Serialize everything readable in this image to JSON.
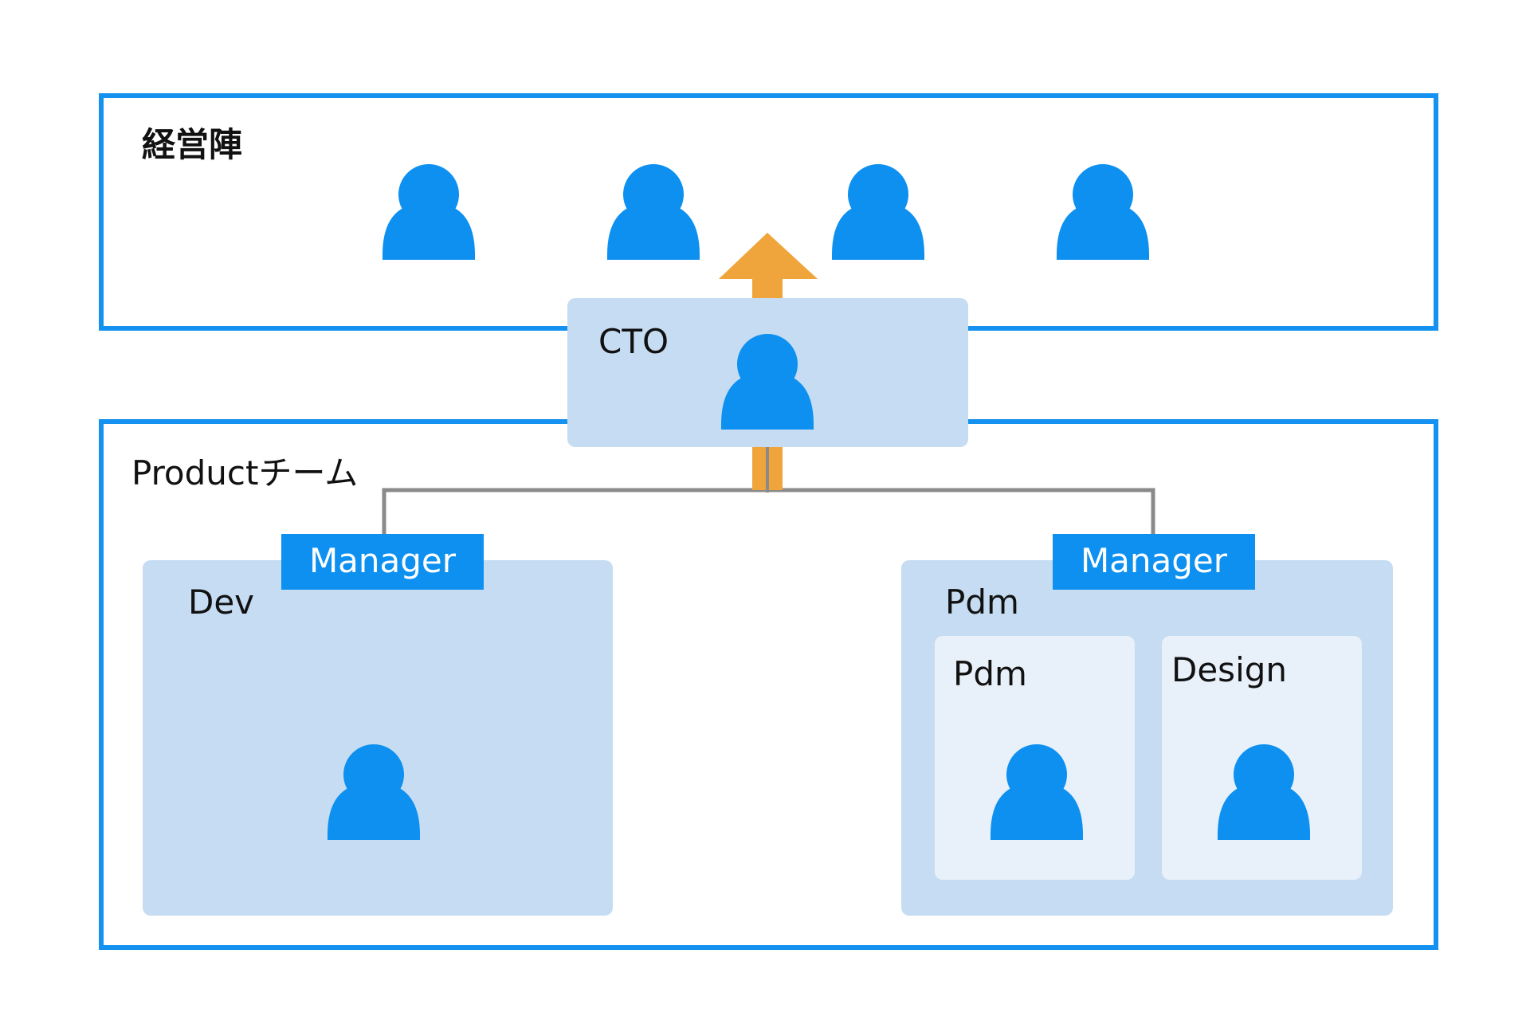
{
  "colors": {
    "group_border": "#1591ef",
    "panel_fill": "#c6dcf2",
    "inner_panel_fill": "#e8f0fa",
    "person_fill": "#0d90ef",
    "badge_fill": "#0d90ef",
    "arrow_fill": "#f0a43c",
    "connector_stroke": "#8a8a8a"
  },
  "executives": {
    "label": "経営陣",
    "members": [
      {
        "icon": "person-icon"
      },
      {
        "icon": "person-icon"
      },
      {
        "icon": "person-icon"
      },
      {
        "icon": "person-icon"
      }
    ]
  },
  "cto": {
    "label": "CTO",
    "icon": "person-icon"
  },
  "product_team": {
    "label": "Productチーム",
    "dev": {
      "manager_label": "Manager",
      "label": "Dev",
      "icon": "person-icon"
    },
    "pdm": {
      "manager_label": "Manager",
      "label": "Pdm",
      "subteams": [
        {
          "label": "Pdm",
          "icon": "person-icon"
        },
        {
          "label": "Design",
          "icon": "person-icon"
        }
      ]
    }
  }
}
